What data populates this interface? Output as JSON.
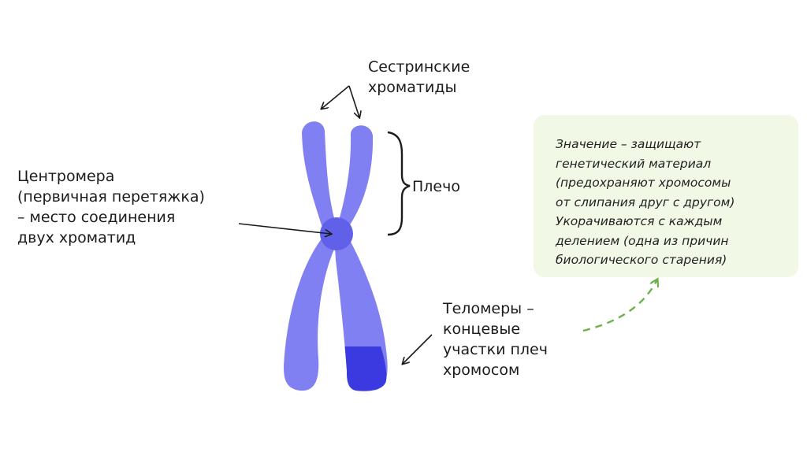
{
  "colors": {
    "chromatid": "#8080f2",
    "centromere": "#6060e8",
    "telomere": "#3a3ae0",
    "info_bg": "#f1f8e6",
    "dashed_arrow": "#6cb24a"
  },
  "labels": {
    "sister_chromatids": [
      "Сестринские",
      "хроматиды"
    ],
    "arm": "Плечо",
    "centromere": [
      "Центромера",
      "(первичная перетяжка)",
      "– место соединения",
      "двух хроматид"
    ],
    "telomeres": [
      "Теломеры –",
      "концевые",
      "участки плеч",
      "хромосом"
    ]
  },
  "info_box": {
    "lines": [
      "Значение – защищают",
      "генетический материал",
      "(предохраняют хромосомы",
      "от слипания друг с другом)",
      "Укорачиваются с каждым",
      "делением (одна из причин",
      "биологического старения)"
    ]
  }
}
